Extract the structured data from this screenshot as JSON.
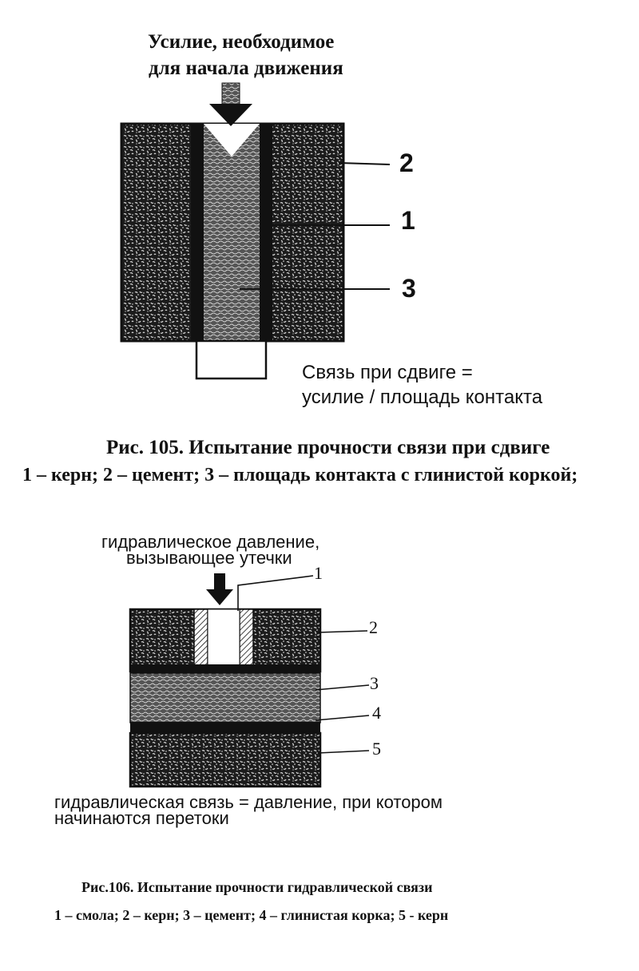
{
  "figure105": {
    "force_label_line1": "Усилие, необходимое",
    "force_label_line2": "для начала движения",
    "labels": [
      "2",
      "1",
      "3"
    ],
    "formula_line1": "Связь при сдвиге =",
    "formula_line2": "усилие / площадь контакта",
    "caption_title": "Рис. 105. Испытание прочности связи при сдвиге",
    "caption_legend": "1 – керн; 2 – цемент; 3 – площадь контакта с глинистой коркой;"
  },
  "figure106": {
    "pressure_label_line1": "гидравлическое давление,",
    "pressure_label_line2": "вызывающее утечки",
    "labels": [
      "1",
      "2",
      "3",
      "4",
      "5"
    ],
    "formula_line1": "гидравлическая связь = давление, при котором",
    "formula_line2": "начинаются перетоки",
    "caption_title": "Рис.106. Испытание прочности гидравлической связи",
    "caption_legend": "1 – смола; 2 – керн; 3 – цемент; 4 – глинистая корка; 5 - керн"
  },
  "colors": {
    "ink": "#111111",
    "speckle_dark": "#1a1a1a",
    "speckle_light": "#e8e8e8"
  }
}
